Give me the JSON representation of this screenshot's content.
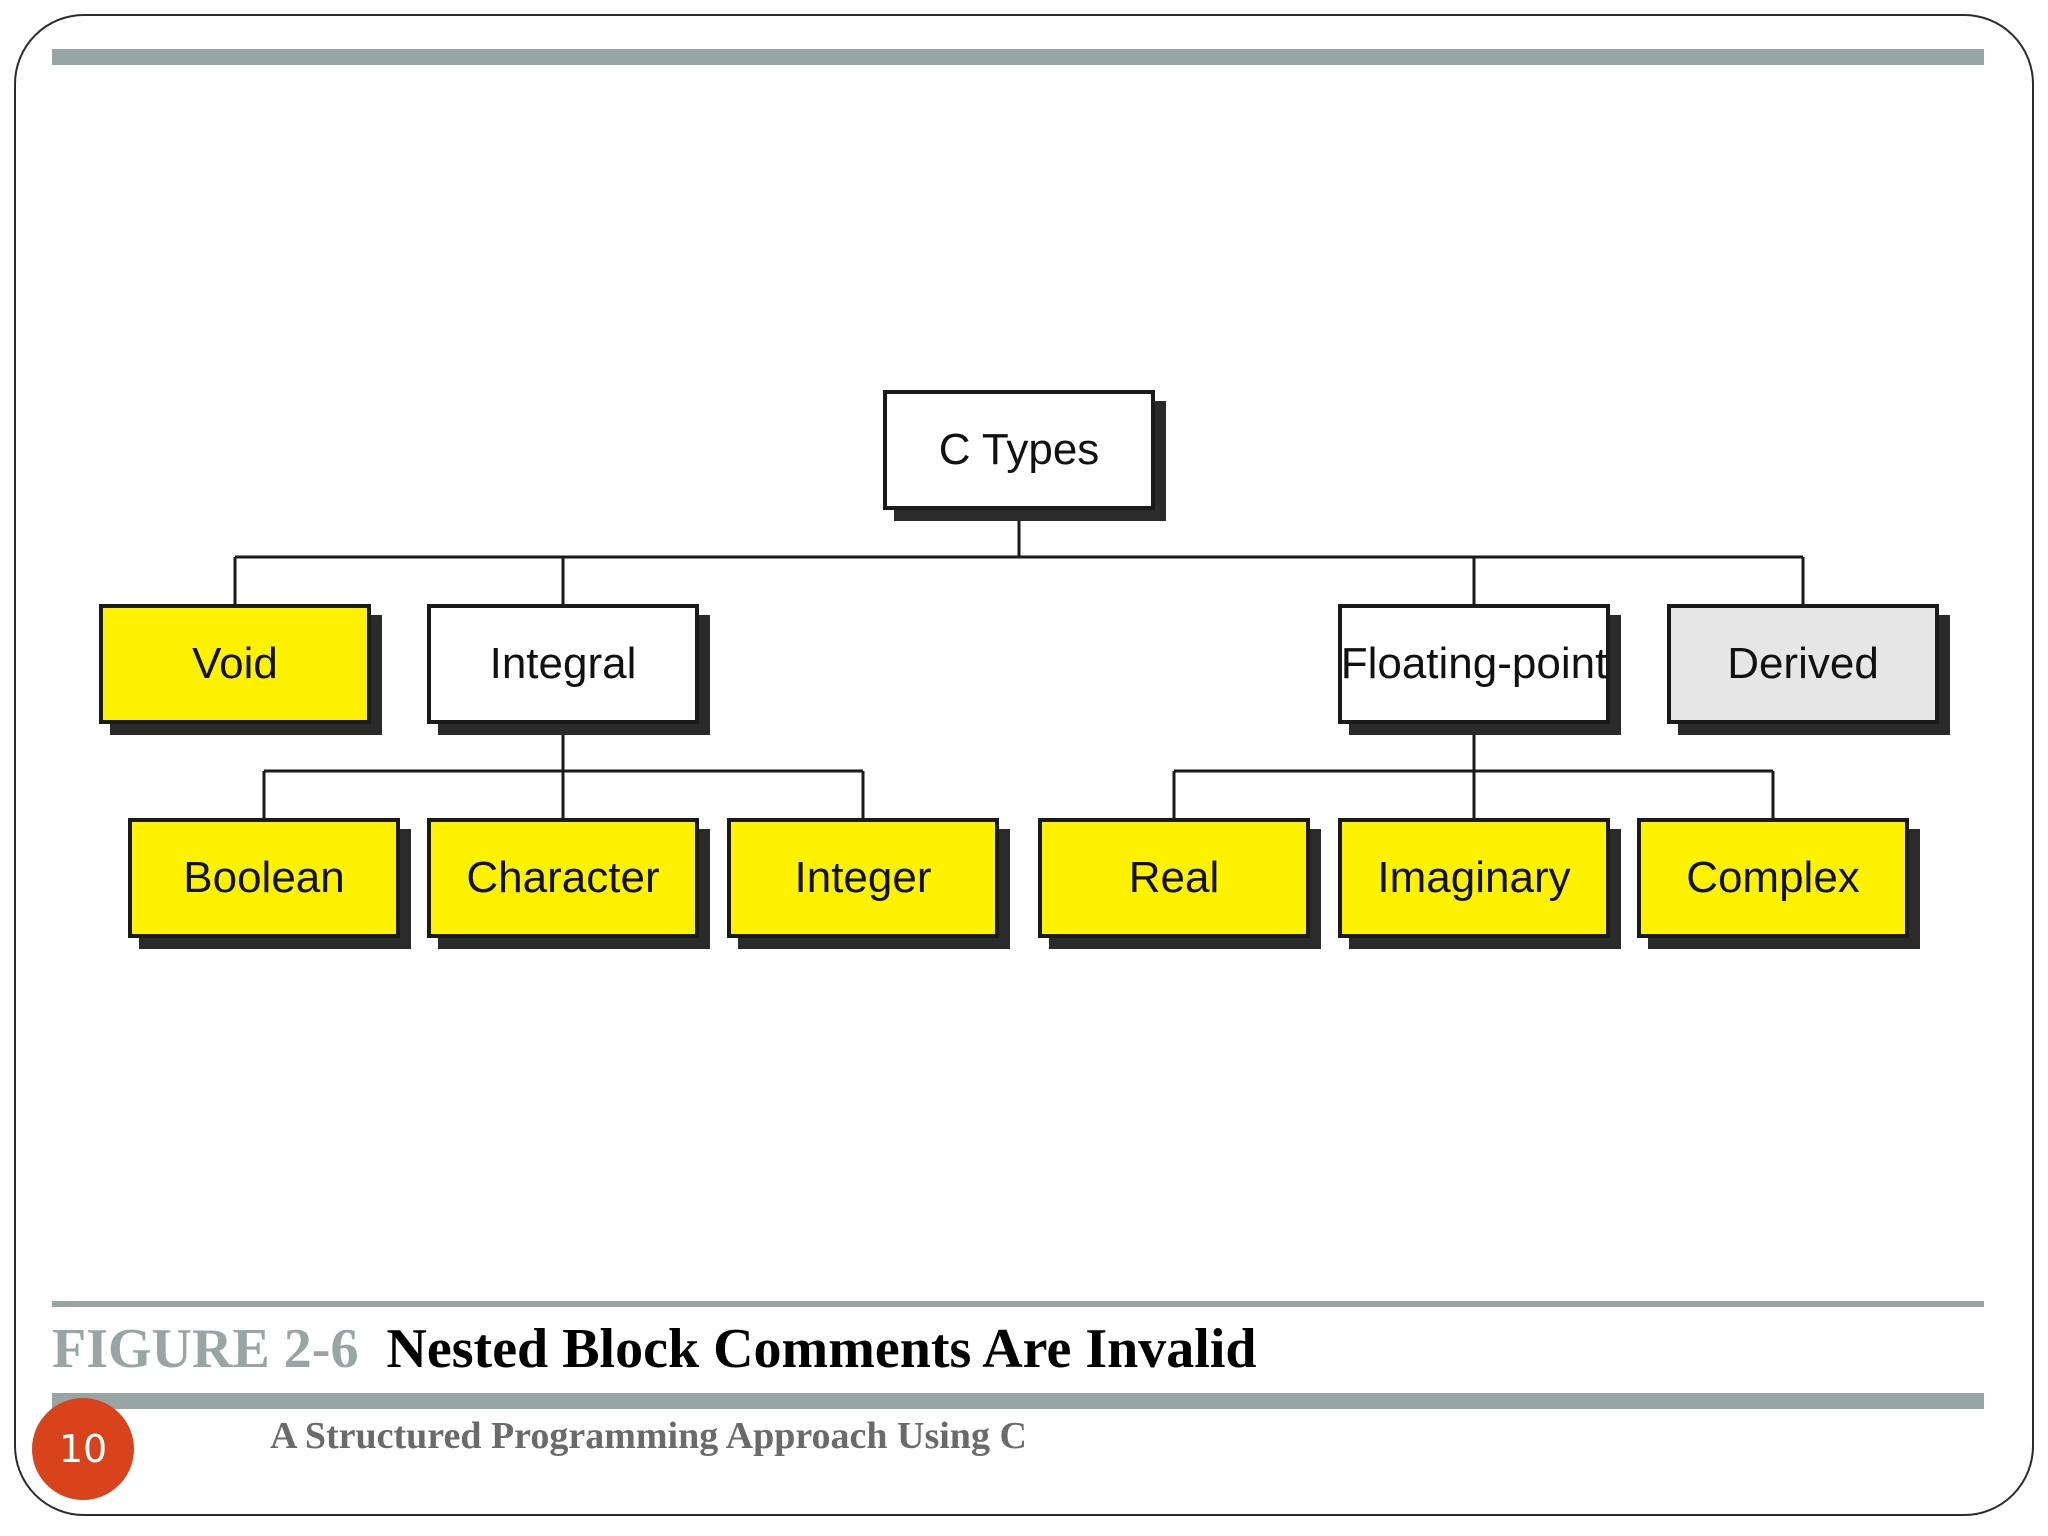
{
  "diagram": {
    "root": {
      "label": "C Types",
      "fill": "white"
    },
    "level1": [
      {
        "label": "Void",
        "fill": "yellow"
      },
      {
        "label": "Integral",
        "fill": "white"
      },
      {
        "label": "Floating-point",
        "fill": "white"
      },
      {
        "label": "Derived",
        "fill": "gray"
      }
    ],
    "integral_children": [
      {
        "label": "Boolean",
        "fill": "yellow"
      },
      {
        "label": "Character",
        "fill": "yellow"
      },
      {
        "label": "Integer",
        "fill": "yellow"
      }
    ],
    "floating_children": [
      {
        "label": "Real",
        "fill": "yellow"
      },
      {
        "label": "Imaginary",
        "fill": "yellow"
      },
      {
        "label": "Complex",
        "fill": "yellow"
      }
    ],
    "colors": {
      "yellow": "#fff200",
      "white": "#ffffff",
      "gray": "#e6e6e6",
      "line": "#1a1a1a"
    }
  },
  "caption": {
    "label": "FIGURE 2-6",
    "title": "Nested Block Comments Are Invalid"
  },
  "footer": {
    "page_number": "10",
    "book_title": "A Structured Programming Approach Using C"
  },
  "theme": {
    "rule_color": "#97a6a4",
    "badge_color": "#d9431b"
  }
}
